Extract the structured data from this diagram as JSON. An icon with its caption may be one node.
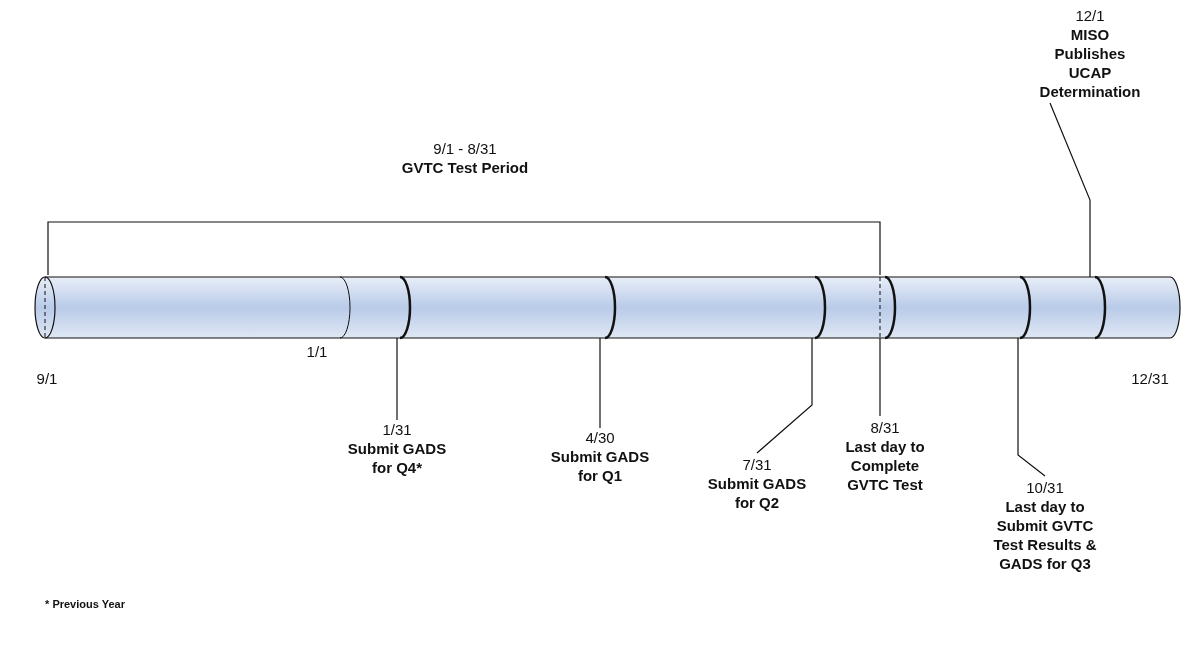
{
  "diagram": {
    "nodes": [
      {
        "text": [
          "1/31",
          "Submit GADS for Q4*"
        ]
      },
      {
        "text": [
          "4/30",
          "Submit GADS for Q1"
        ]
      },
      {
        "text": [
          "7/31",
          "Submit GADS for Q2"
        ]
      },
      {
        "text": [
          "8/31",
          "Last day to Complete GVTC Test"
        ]
      },
      {
        "text": [
          "10/31",
          "Last day to Submit GVTC Test Results & GADS for Q3"
        ]
      },
      {
        "text": [
          "12/1",
          "MISO Publishes UCAP Determination"
        ]
      }
    ],
    "edges": [
      {
        "from": 0,
        "to": null,
        "arrow": "none"
      },
      {
        "from": 1,
        "to": null,
        "arrow": "none"
      },
      {
        "from": 2,
        "to": null,
        "arrow": "none"
      },
      {
        "from": 3,
        "to": null,
        "arrow": "none"
      },
      {
        "from": 4,
        "to": null,
        "arrow": "none"
      },
      {
        "from": 5,
        "to": null,
        "arrow": "none"
      }
    ],
    "labels": [
      "9/1 - 8/31",
      "GVTC Test Period",
      "1/1",
      "9/1",
      "12/31",
      "* Previous Year"
    ]
  }
}
